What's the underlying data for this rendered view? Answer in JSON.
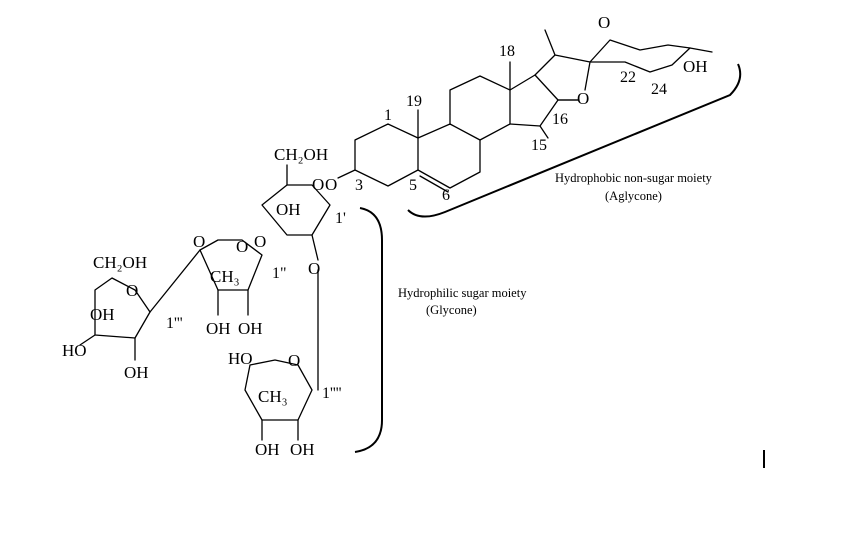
{
  "atoms": {
    "ch2oh_top": "CH₂OH",
    "ch2oh_left": "CH₂OH",
    "oh_glc": "OH",
    "oh_right_ring": "OH",
    "oh_left1": "OH",
    "ho_left": "HO",
    "oh_left2": "OH",
    "ch3_mid": "CH₃",
    "oh_mid1": "OH",
    "oh_mid2": "OH",
    "ho_bottom": "HO",
    "ch3_bottom": "CH₃",
    "oh_bottom1": "OH",
    "oh_bottom2": "OH",
    "o_glc_ring": "O",
    "o_glc_link": "O",
    "o_mid_ring": "O",
    "o_mid_link": "O",
    "o_left_link": "O",
    "o_left_ring": "O",
    "o_chain": "O",
    "o_bottom_ring": "O",
    "o_spiro_top": "O",
    "o_spiro_bottom": "O"
  },
  "positions": {
    "p1": "1",
    "p3": "3",
    "p5": "5",
    "p6": "6",
    "p15": "15",
    "p16": "16",
    "p18": "18",
    "p19": "19",
    "p22": "22",
    "p24": "24",
    "p1p": "1'",
    "p1pp": "1\"",
    "p1ppp": "1'''",
    "p1pppp": "1''''"
  },
  "labels": {
    "aglycone_line1": "Hydrophobic non-sugar moiety",
    "aglycone_line2": "(Aglycone)",
    "glycone_line1": "Hydrophilic sugar moiety",
    "glycone_line2": "(Glycone)"
  }
}
